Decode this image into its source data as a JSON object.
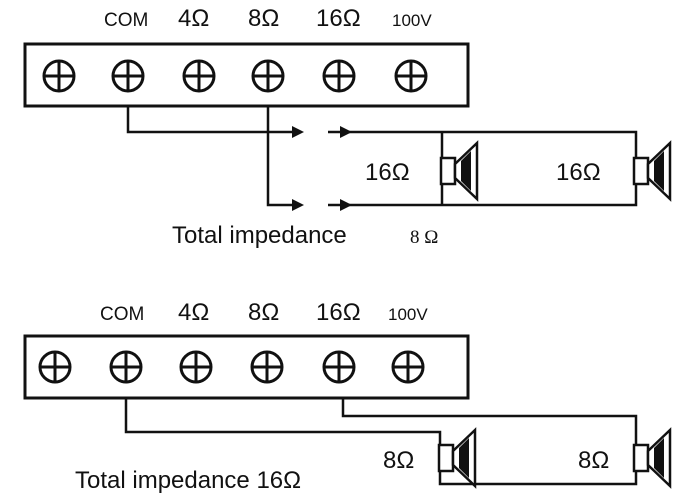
{
  "colors": {
    "ink": "#111111",
    "background": "#ffffff"
  },
  "diagrams": [
    {
      "terminal_labels": [
        "COM",
        "4Ω",
        "8Ω",
        "16Ω",
        "100V"
      ],
      "terminal_count": 6,
      "speaker_labels": [
        "16Ω",
        "16Ω"
      ],
      "caption_text": "Total impedance",
      "caption_value": "8 Ω",
      "wiring": "parallel"
    },
    {
      "terminal_labels": [
        "COM",
        "4Ω",
        "8Ω",
        "16Ω",
        "100V"
      ],
      "terminal_count": 6,
      "speaker_labels": [
        "8Ω",
        "8Ω"
      ],
      "caption_text": "Total impedance 16Ω",
      "wiring": "series"
    }
  ]
}
